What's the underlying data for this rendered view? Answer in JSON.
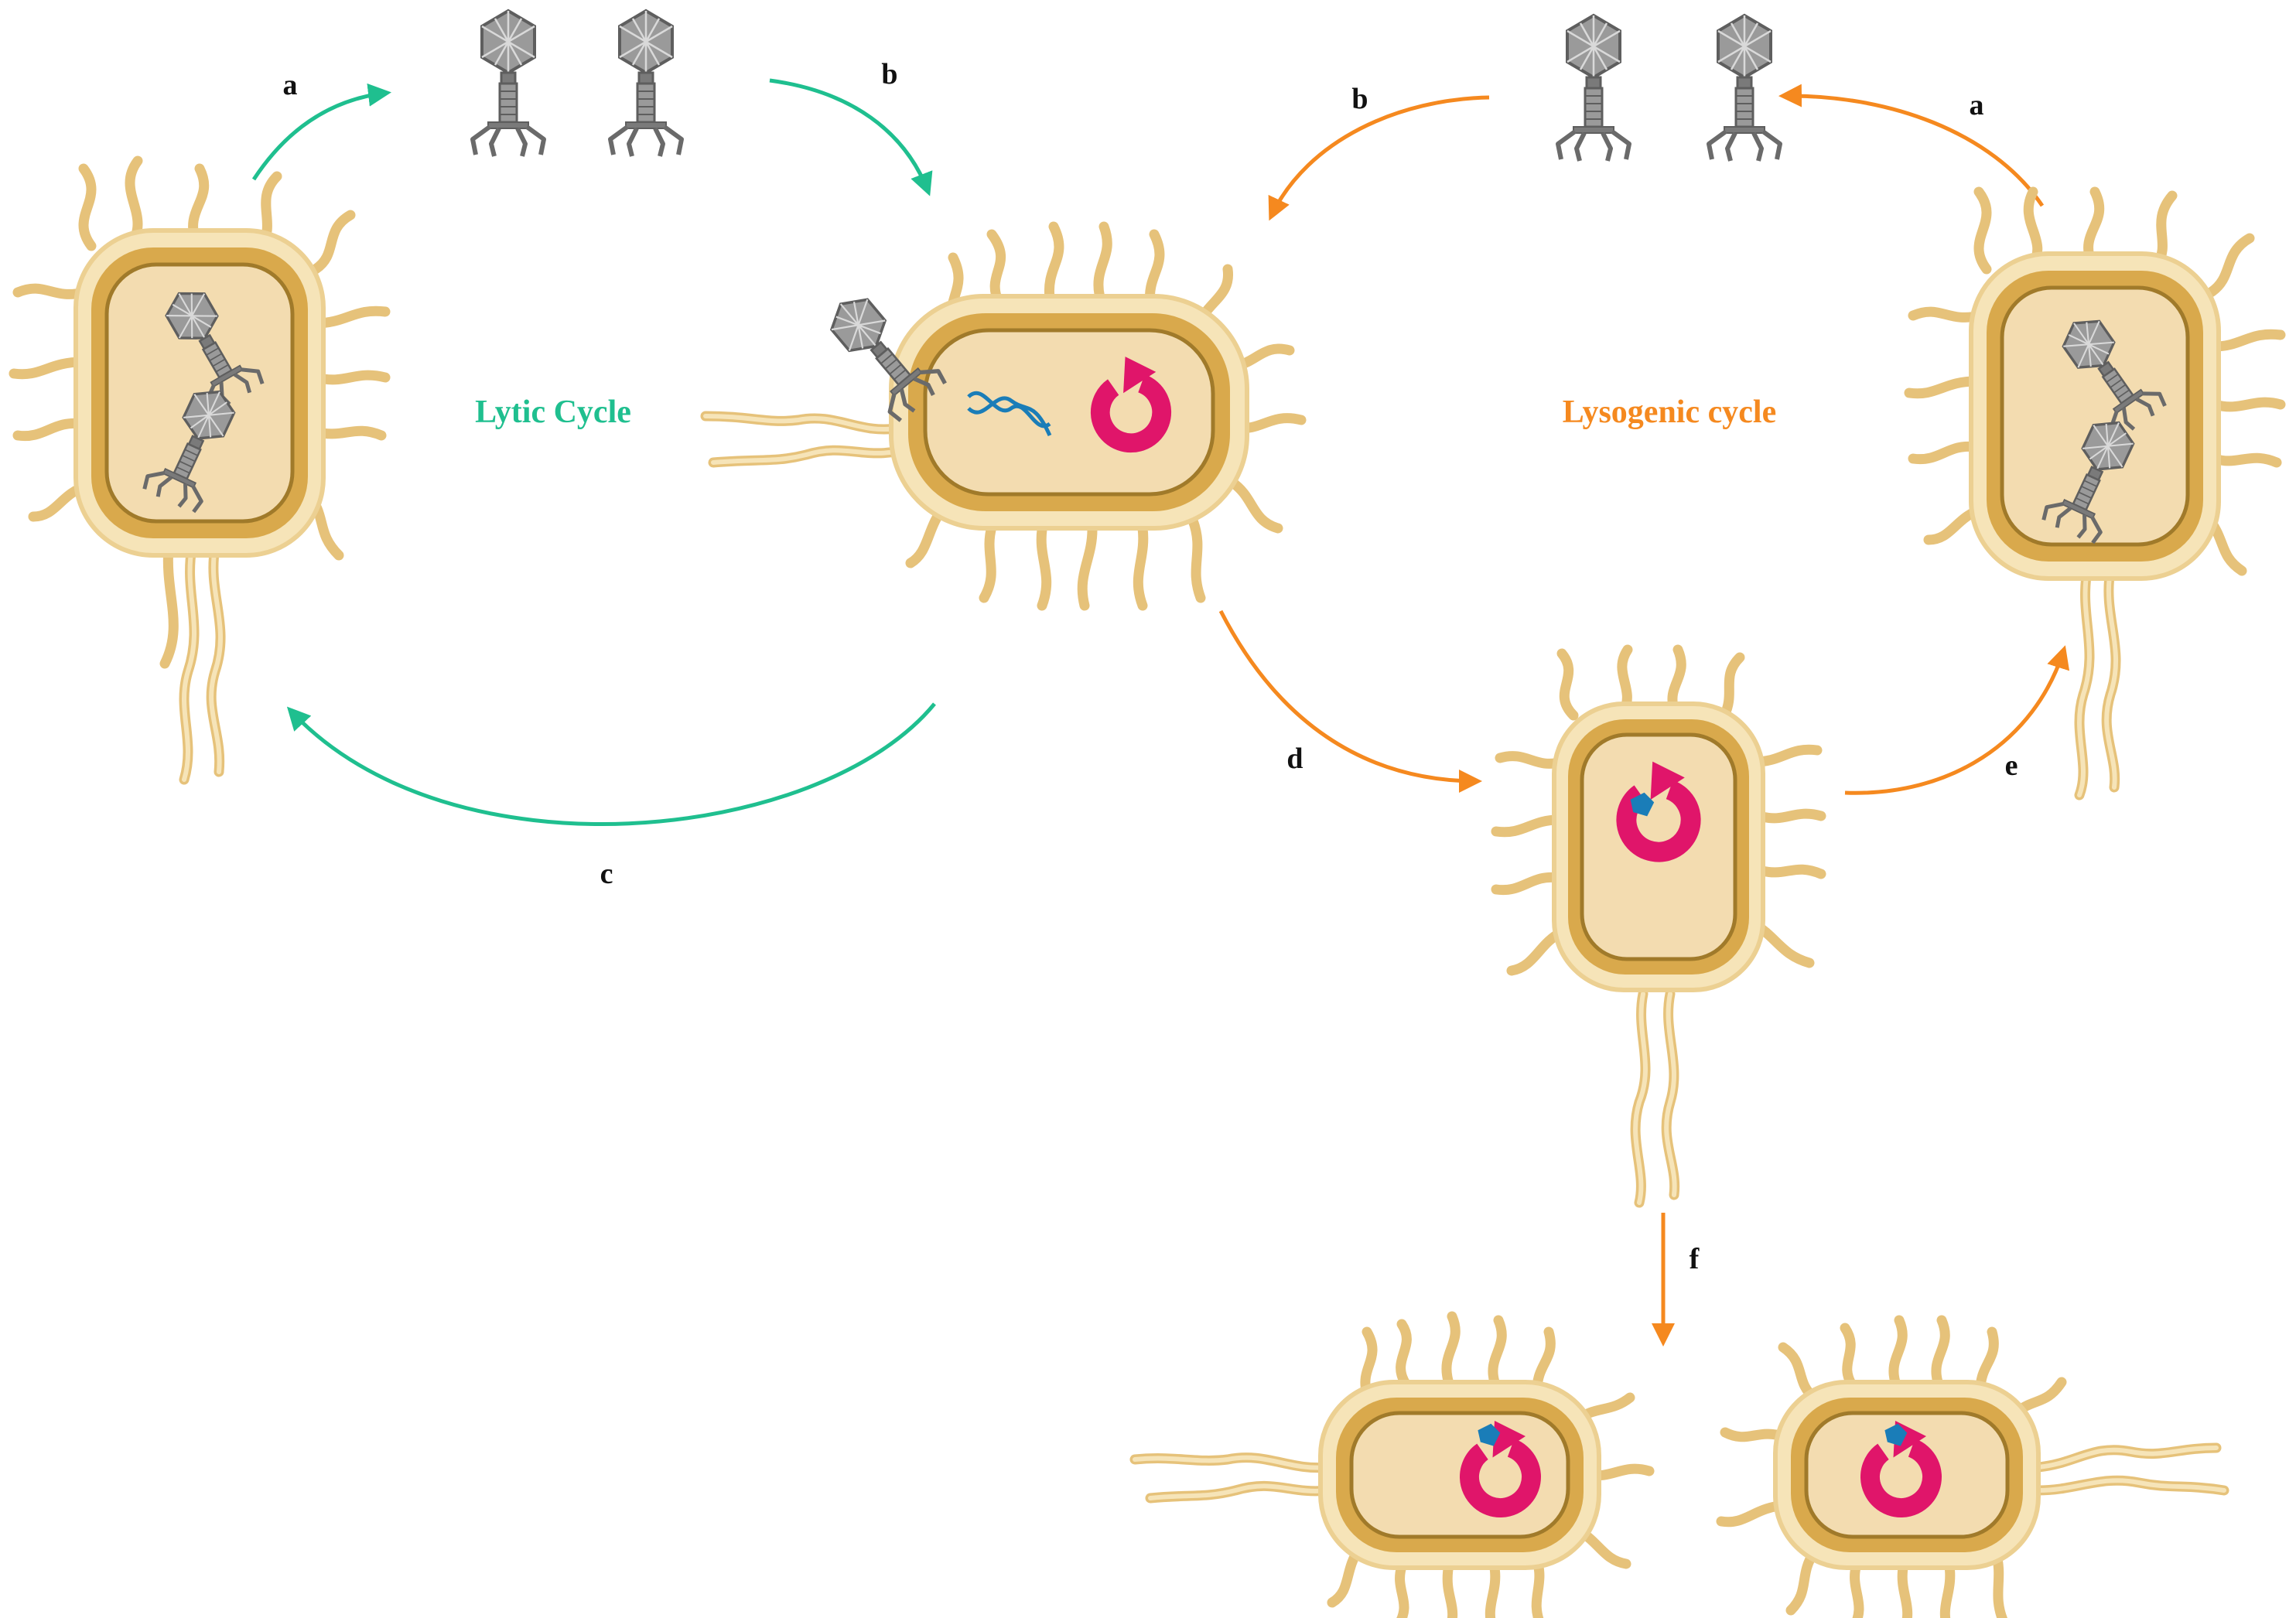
{
  "cycles": {
    "lytic": {
      "title": "Lytic Cycle",
      "color": "#1fbf8f"
    },
    "lysogenic": {
      "title": "Lysogenic cycle",
      "color": "#f5891f"
    }
  },
  "steps": {
    "lytic_a": "a",
    "lytic_b": "b",
    "lytic_c": "c",
    "lyso_a": "a",
    "lyso_b": "b",
    "lyso_d": "d",
    "lyso_e": "e",
    "lyso_f": "f"
  },
  "colors": {
    "cell_wall": "#ecd092",
    "cell_capsule": "#d9a94c",
    "cytoplasm": "#f3dcb0",
    "nucleoid_ring": "#e0156a",
    "prophage": "#1a7db8",
    "phage": "#8a8a8a",
    "phage_dark": "#5e5e5e"
  },
  "icons": {
    "phage": "bacteriophage-icon",
    "bacterium": "bacterium-icon",
    "dna_ring": "circular-dna-icon",
    "viral_dna": "viral-dna-helix-icon"
  }
}
